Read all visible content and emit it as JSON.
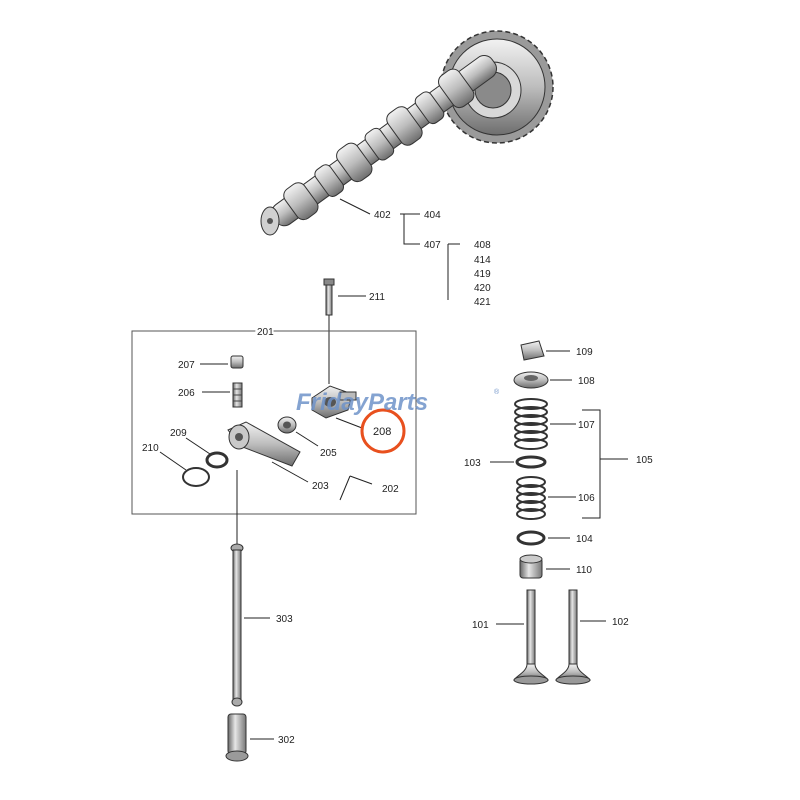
{
  "watermark": {
    "text": "FridayParts",
    "mark": "®"
  },
  "callouts": {
    "c402": "402",
    "c404": "404",
    "c407": "407",
    "c408": "408",
    "c414": "414",
    "c419": "419",
    "c420": "420",
    "c421": "421",
    "c211": "211",
    "c201": "201",
    "c207": "207",
    "c206": "206",
    "c209": "209",
    "c210": "210",
    "c205": "205",
    "c203": "203",
    "c202": "202",
    "c208": "208",
    "c303": "303",
    "c302": "302",
    "c109": "109",
    "c108": "108",
    "c107": "107",
    "c103": "103",
    "c105": "105",
    "c106": "106",
    "c104": "104",
    "c110": "110",
    "c101": "101",
    "c102": "102"
  },
  "highlight": {
    "color": "#e8501e",
    "target": "208"
  },
  "icons": [
    "camshaft",
    "gear",
    "bolt",
    "rocker-arm",
    "pushrod",
    "valve",
    "valve-spring"
  ]
}
